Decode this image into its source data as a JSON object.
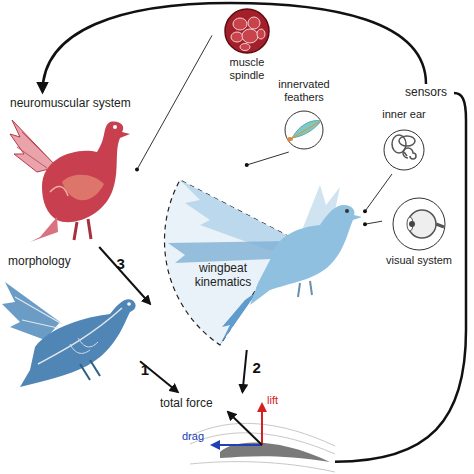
{
  "diagram": {
    "nodes": [
      {
        "text": [
          "neuromuscular system"
        ]
      },
      {
        "text": [
          "muscle spindle"
        ]
      },
      {
        "text": [
          "innervated feathers"
        ]
      },
      {
        "text": [
          "sensors"
        ]
      },
      {
        "text": [
          "inner ear"
        ]
      },
      {
        "text": [
          "morphology"
        ]
      },
      {
        "text": [
          "wingbeat kinematics"
        ]
      },
      {
        "text": [
          "visual system"
        ]
      },
      {
        "text": [
          "total force"
        ]
      }
    ],
    "edges": [
      {
        "from": 5,
        "to": 8,
        "arrow": "to",
        "label": "1"
      },
      {
        "from": 6,
        "to": 8,
        "arrow": "to",
        "label": "2"
      },
      {
        "from": 0,
        "to": 6,
        "arrow": "to",
        "label": "3"
      },
      {
        "from": 8,
        "to": 3,
        "arrow": "none"
      },
      {
        "from": 3,
        "to": 0,
        "arrow": "to"
      },
      {
        "from": 1,
        "to": 0,
        "arrow": "none"
      },
      {
        "from": 2,
        "to": 6,
        "arrow": "none"
      },
      {
        "from": 4,
        "to": 6,
        "arrow": "none"
      },
      {
        "from": 7,
        "to": 6,
        "arrow": "none"
      }
    ],
    "labels": [
      "lift",
      "drag"
    ]
  }
}
